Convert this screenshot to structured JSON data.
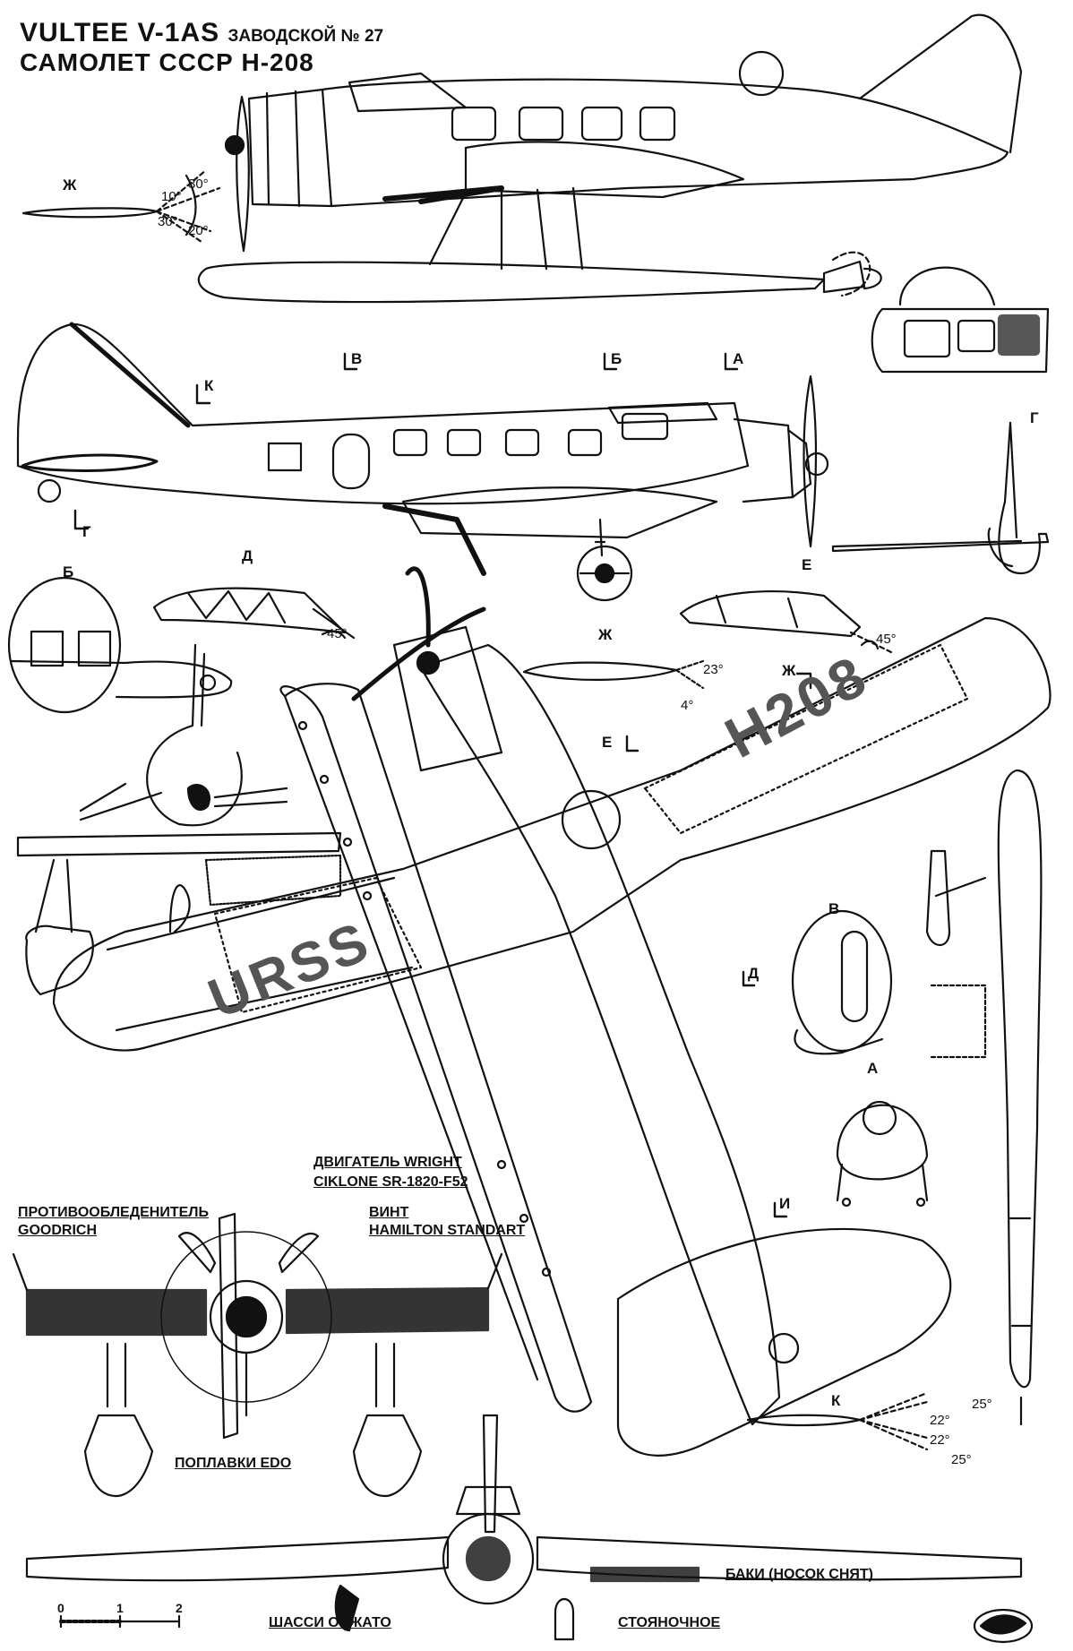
{
  "title": {
    "model": "VULTEE V-1AS",
    "serial": "ЗАВОДСКОЙ № 27",
    "registration": "САМОЛЕТ СССР Н-208"
  },
  "markings": {
    "wing_upper": "Н208",
    "wing_lower": "URSS"
  },
  "section_labels": {
    "zh": "Ж",
    "b": "Б",
    "a": "А",
    "v": "В",
    "k": "К",
    "g": "Г",
    "d": "Д",
    "e": "Е",
    "i": "И"
  },
  "angles": {
    "a10": "10°",
    "a30": "30°",
    "a20": "20°",
    "a45": "45°",
    "a23": "23°",
    "a4": "4°",
    "a25": "25°",
    "a22": "22°"
  },
  "callouts": {
    "engine_line1": "ДВИГАТЕЛЬ WRIGHT",
    "engine_line2": "CIKLONE SR-1820-F52",
    "deicer_line1": "ПРОТИВООБЛЕДЕНИТЕЛЬ",
    "deicer_line2": "GOODRICH",
    "prop_line1": "ВИНТ",
    "prop_line2": "HAMILTON STANDART",
    "floats": "ПОПЛАВКИ EDO",
    "tanks": "БАКИ (НОСОК СНЯТ)",
    "gear_retracted": "ШАССИ ОБЖАТО",
    "parking": "СТОЯНОЧНОЕ"
  },
  "scale_bar": {
    "t0": "0",
    "t1": "1",
    "t2": "2"
  },
  "icons": [
    "aircraft-side-view-floats",
    "aircraft-side-view-wheels",
    "aircraft-top-view",
    "aircraft-front-view",
    "publisher-logo-icon"
  ]
}
